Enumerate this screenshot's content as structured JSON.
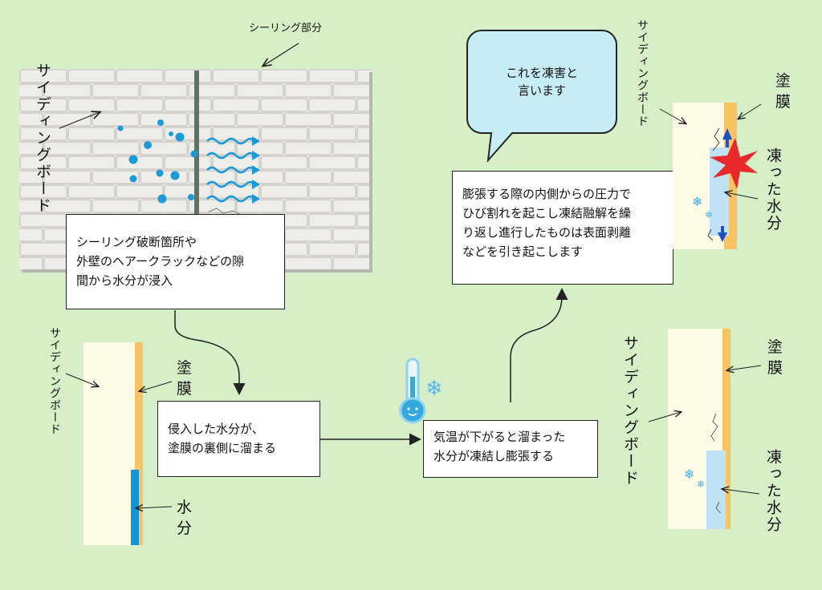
{
  "labels": {
    "sealing_part": "シーリング部分",
    "siding_board": "サイディングボード",
    "coating": "塗膜",
    "water": "水分",
    "frozen_water": "凍った水分"
  },
  "speech_bubble": "これを凍害と\n言います",
  "steps": {
    "step1": "シーリング破断箇所や\n外壁のヘアークラックなどの隙\n間から水分が浸入",
    "step2": "侵入した水分が、\n塗膜の裏側に溜まる",
    "step3": "気温が下がると溜まった\n水分が凍結し膨張する",
    "step4": "膨張する際の内側からの圧力で\nひび割れを起こし凍結融解を繰\nり返し進行したものは表面剥離\nなどを引き起こします"
  },
  "colors": {
    "background": "#d6efc7",
    "siding": "#fdfae6",
    "coating": "#f7c365",
    "water": "#1295d6",
    "ice": "#bfe3f4",
    "burst": "#e8282a",
    "wall": "#e3e1dd",
    "seal": "#5f7467"
  }
}
